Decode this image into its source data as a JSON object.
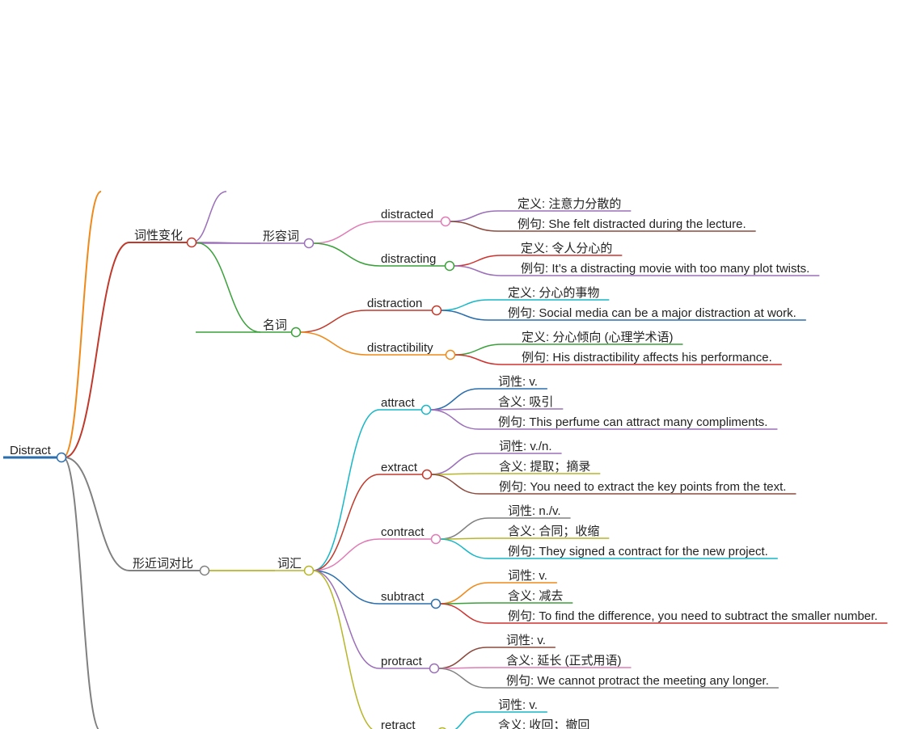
{
  "root": {
    "label": "Distract",
    "color": "#2a6ead"
  },
  "branches": [
    {
      "label": "词性变化",
      "color": "#c0392b",
      "children": [
        {
          "label": "形容词",
          "color": "#9b6fb9",
          "children": [
            {
              "label": "distracted",
              "color": "#e07bb5",
              "details": [
                {
                  "text": "定义: 注意力分散的",
                  "color": "#9b6fb9"
                },
                {
                  "text": "例句: She felt distracted during the lecture.",
                  "color": "#8b4a3d"
                }
              ]
            },
            {
              "label": "distracting",
              "color": "#3aa13a",
              "details": [
                {
                  "text": "定义: 令人分心的",
                  "color": "#d0312d"
                },
                {
                  "text": "例句: It’s a distracting movie with too many plot twists.",
                  "color": "#9b6fb9"
                }
              ]
            }
          ]
        },
        {
          "label": "名词",
          "color": "#3aa13a",
          "children": [
            {
              "label": "distraction",
              "color": "#c0392b",
              "details": [
                {
                  "text": "定义: 分心的事物",
                  "color": "#17b7c7"
                },
                {
                  "text": "例句: Social media can be a major distraction at work.",
                  "color": "#2a6ead"
                }
              ]
            },
            {
              "label": "distractibility",
              "color": "#ef8a1a",
              "details": [
                {
                  "text": "定义: 分心倾向 (心理学术语)",
                  "color": "#3aa13a"
                },
                {
                  "text": "例句: His distractibility affects his performance.",
                  "color": "#d0312d"
                }
              ]
            }
          ]
        }
      ]
    },
    {
      "label": "形近词对比",
      "color": "#808080",
      "children": [
        {
          "label": "词汇",
          "color": "#b7b629",
          "children": [
            {
              "label": "attract",
              "color": "#17b7c7",
              "details": [
                {
                  "text": "词性: v.",
                  "color": "#2a6ead"
                },
                {
                  "text": "含义: 吸引",
                  "color": "#9b6fb9"
                },
                {
                  "text": "例句: This perfume can attract many compliments.",
                  "color": "#9b6fb9"
                }
              ]
            },
            {
              "label": "extract",
              "color": "#c0392b",
              "details": [
                {
                  "text": "词性: v./n.",
                  "color": "#9b6fb9"
                },
                {
                  "text": "含义: 提取；摘录",
                  "color": "#b7b629"
                },
                {
                  "text": "例句: You need to extract the key points from the text.",
                  "color": "#8b4a3d"
                }
              ]
            },
            {
              "label": "contract",
              "color": "#e07bb5",
              "details": [
                {
                  "text": "词性: n./v.",
                  "color": "#808080"
                },
                {
                  "text": "含义: 合同；收缩",
                  "color": "#b7b629"
                },
                {
                  "text": "例句: They signed a contract for the new project.",
                  "color": "#17b7c7"
                }
              ]
            },
            {
              "label": "subtract",
              "color": "#2a6ead",
              "details": [
                {
                  "text": "词性: v.",
                  "color": "#ef8a1a"
                },
                {
                  "text": "含义: 减去",
                  "color": "#3aa13a"
                },
                {
                  "text": "例句: To find the difference, you need to subtract the smaller number.",
                  "color": "#d0312d"
                }
              ]
            },
            {
              "label": "protract",
              "color": "#9b6fb9",
              "details": [
                {
                  "text": "词性: v.",
                  "color": "#8b4a3d"
                },
                {
                  "text": "含义: 延长 (正式用语)",
                  "color": "#e07bb5"
                },
                {
                  "text": "例句: We cannot protract the meeting any longer.",
                  "color": "#808080"
                }
              ]
            },
            {
              "label": "retract",
              "color": "#b7b629",
              "details": [
                {
                  "text": "词性: v.",
                  "color": "#17b7c7"
                },
                {
                  "text": "含义: 收回；撤回",
                  "color": "#17b7c7"
                }
              ]
            }
          ]
        }
      ]
    }
  ],
  "offscreen_colors": {
    "orange": "#ef8a1a",
    "purple": "#9b6fb9",
    "gray": "#808080"
  }
}
